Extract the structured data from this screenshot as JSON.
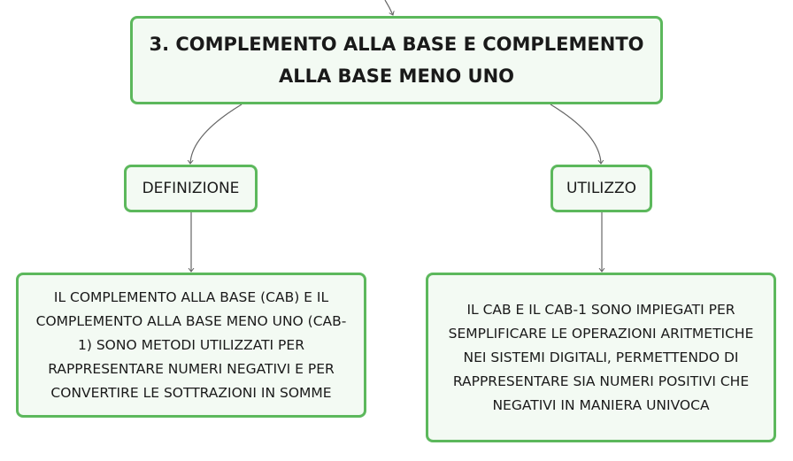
{
  "diagram": {
    "root": {
      "label_line1": "3. COMPLEMENTO ALLA BASE E COMPLEMENTO",
      "label_line2": "ALLA BASE MENO UNO"
    },
    "branches": [
      {
        "label": "DEFINIZIONE",
        "text_lines": [
          "IL COMPLEMENTO ALLA BASE (CAB) E IL",
          "COMPLEMENTO ALLA BASE MENO UNO (CAB-",
          "1) SONO METODI UTILIZZATI PER",
          "RAPPRESENTARE NUMERI NEGATIVI E PER",
          "CONVERTIRE LE SOTTRAZIONI IN SOMME"
        ]
      },
      {
        "label": "UTILIZZO",
        "text_lines": [
          "IL CAB E IL CAB-1 SONO IMPIEGATI PER",
          "SEMPLIFICARE LE OPERAZIONI ARITMETICHE",
          "NEI SISTEMI DIGITALI, PERMETTENDO DI",
          "RAPPRESENTARE SIA NUMERI POSITIVI CHE",
          "NEGATIVI IN MANIERA UNIVOCA"
        ]
      }
    ],
    "colors": {
      "node_border": "#5cb85c",
      "node_fill": "#f3faf3",
      "connector": "#666666",
      "text": "#1a1a1a"
    }
  }
}
